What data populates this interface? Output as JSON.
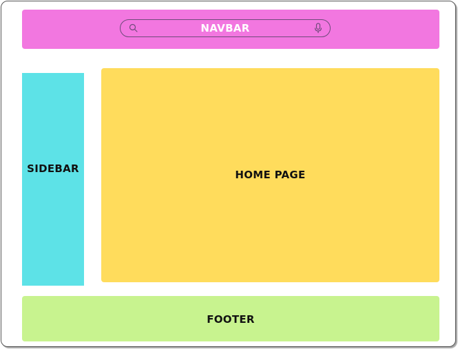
{
  "navbar": {
    "label": "NAVBAR",
    "search_icon": "search-icon",
    "mic_icon": "mic-icon"
  },
  "sidebar": {
    "label": "SIDEBAR"
  },
  "home": {
    "label": "HOME PAGE"
  },
  "footer": {
    "label": "FOOTER"
  },
  "colors": {
    "navbar": "#f277e0",
    "sidebar": "#5de2e7",
    "home": "#ffdc5c",
    "footer": "#c8f38f"
  }
}
